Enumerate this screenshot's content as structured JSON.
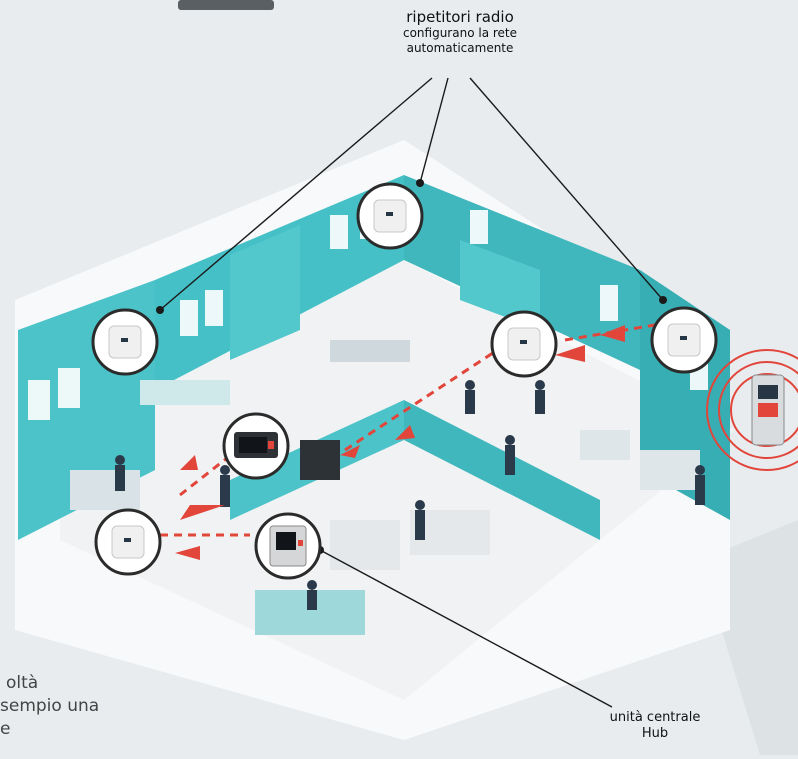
{
  "labels": {
    "repeaters_title": "ripetitori radio",
    "repeaters_line2": "configurano la rete",
    "repeaters_line3": "automaticamente",
    "hub_line1": "unità centrale",
    "hub_line2": "Hub"
  },
  "cropped_text": {
    "line1": "oltà",
    "line2": "sempio una",
    "line3": "e"
  },
  "colors": {
    "background": "#e8ecef",
    "hex_panel": "#f7f9fa",
    "wall": "#4cc3c8",
    "wall_dark": "#36aeb4",
    "floor": "#f2f4f5",
    "signal": "#e2453a"
  }
}
